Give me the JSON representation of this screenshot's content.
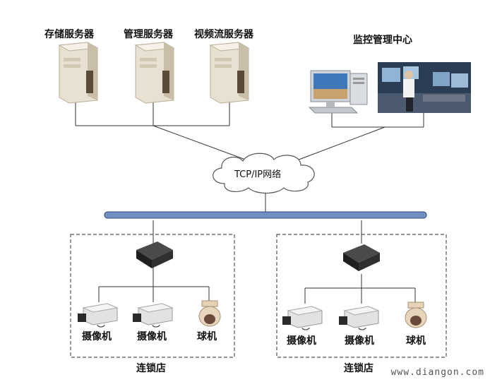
{
  "servers": [
    {
      "label": "存储服务器"
    },
    {
      "label": "管理服务器"
    },
    {
      "label": "视频流服务器"
    }
  ],
  "monitor_center": {
    "label": "监控管理中心"
  },
  "network": {
    "label": "TCP/IP网络"
  },
  "stores": [
    {
      "label": "连锁店",
      "cameras": [
        "摄像机",
        "摄像机"
      ],
      "dome": "球机"
    },
    {
      "label": "连锁店",
      "cameras": [
        "摄像机",
        "摄像机"
      ],
      "dome": "球机"
    }
  ],
  "watermark": "www.diangon.com",
  "colors": {
    "bus": "#4a6fa3",
    "dashed_border": "#555555",
    "server_body": "#e8e1d2"
  }
}
